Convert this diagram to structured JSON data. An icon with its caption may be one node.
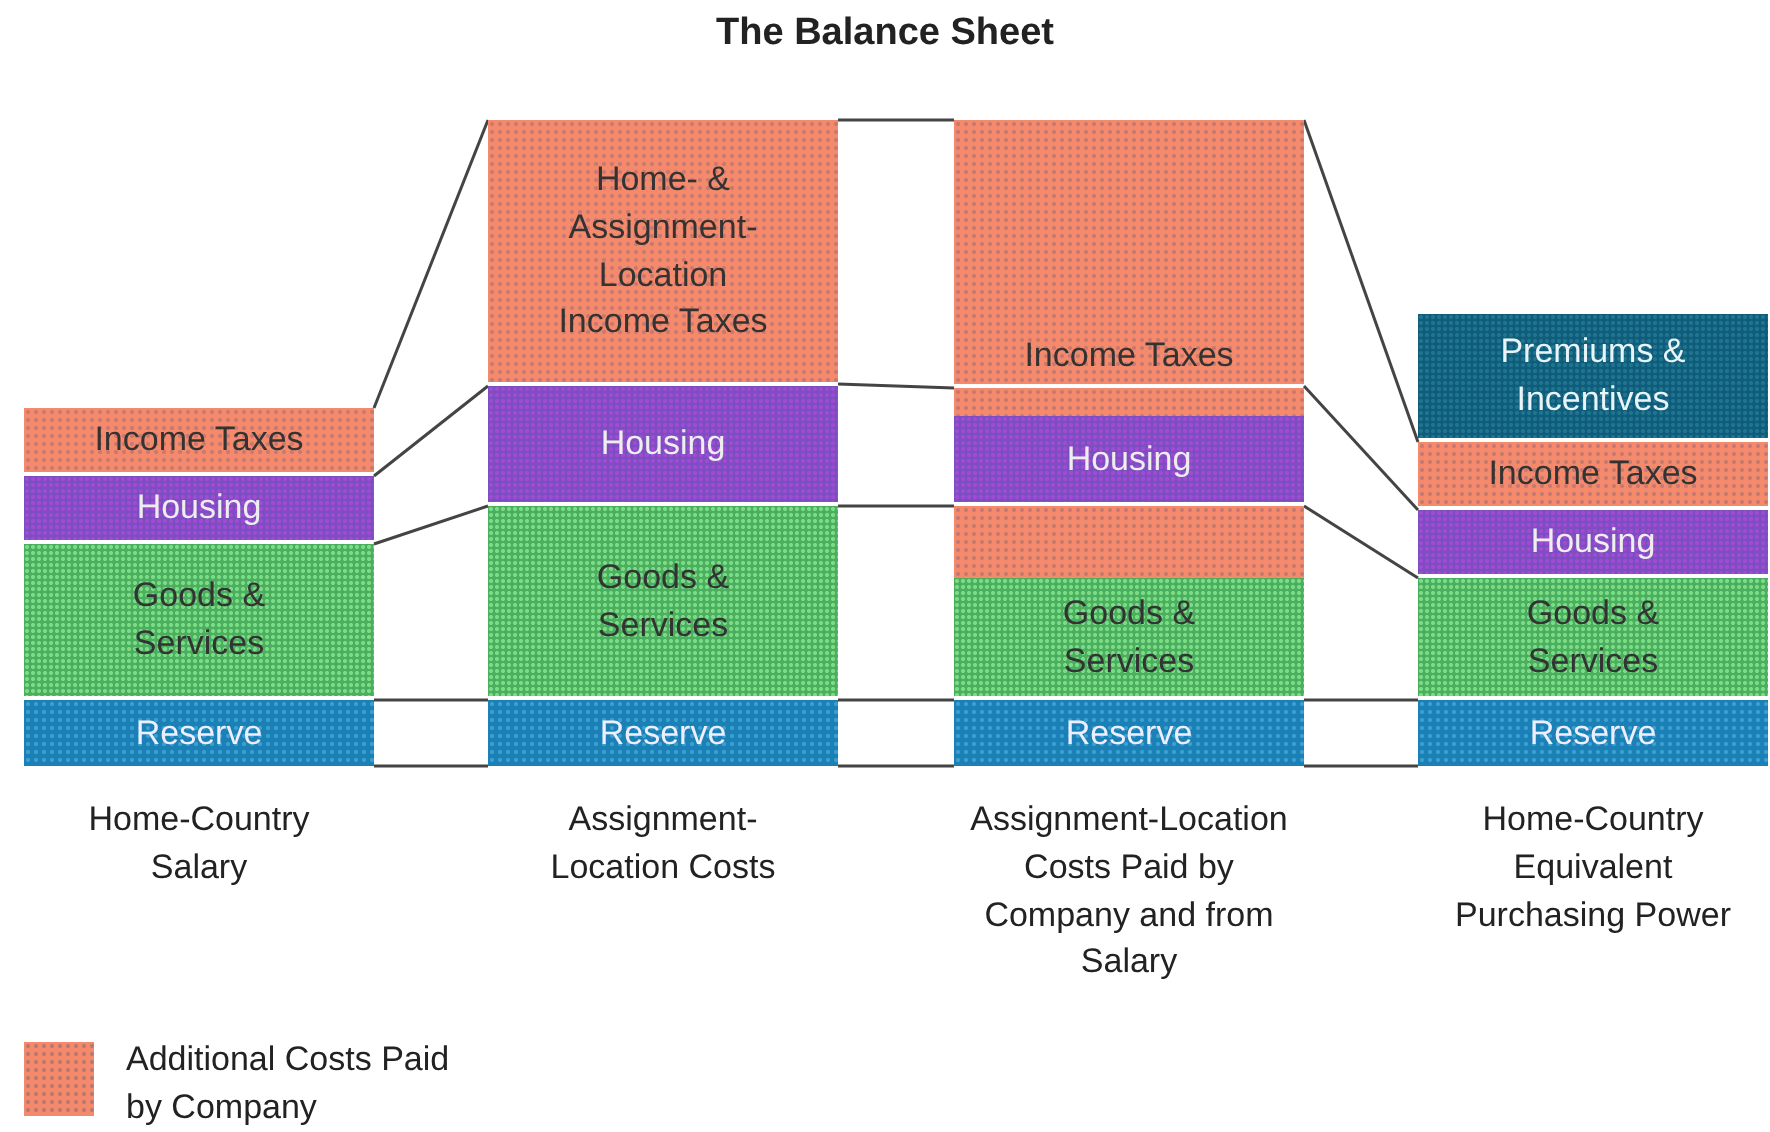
{
  "diagram": {
    "title": "The Balance Sheet",
    "nodes": [
      {
        "text": [
          "Income Taxes"
        ]
      },
      {
        "text": [
          "Housing"
        ]
      },
      {
        "text": [
          "Goods & Services"
        ]
      },
      {
        "text": [
          "Reserve"
        ]
      },
      {
        "text": [
          "Home- & Assignment-Location Income Taxes"
        ]
      },
      {
        "text": [
          "Housing"
        ]
      },
      {
        "text": [
          "Goods & Services"
        ]
      },
      {
        "text": [
          "Reserve"
        ]
      },
      {
        "text": [
          "Income Taxes"
        ]
      },
      {
        "text": [],
        "shape": "box"
      },
      {
        "text": [
          "Housing"
        ]
      },
      {
        "text": [],
        "shape": "box"
      },
      {
        "text": [
          "Goods & Services"
        ]
      },
      {
        "text": [
          "Reserve"
        ]
      },
      {
        "text": [
          "Premiums & Incentives"
        ]
      },
      {
        "text": [
          "Income Taxes"
        ]
      },
      {
        "text": [
          "Housing"
        ]
      },
      {
        "text": [
          "Goods & Services"
        ]
      },
      {
        "text": [
          "Reserve"
        ]
      }
    ],
    "edges": [
      {
        "from": 0,
        "to": 4,
        "arrow": "none"
      },
      {
        "from": 1,
        "to": 5,
        "arrow": "none"
      },
      {
        "from": 2,
        "to": 6,
        "arrow": "none"
      },
      {
        "from": 3,
        "to": 7,
        "arrow": "none"
      },
      {
        "from": 3,
        "to": 7,
        "arrow": "none"
      },
      {
        "from": 4,
        "to": 8,
        "arrow": "none"
      },
      {
        "from": 5,
        "to": 9,
        "arrow": "none"
      },
      {
        "from": 6,
        "to": 11,
        "arrow": "none"
      },
      {
        "from": 7,
        "to": 13,
        "arrow": "none"
      },
      {
        "from": 7,
        "to": 13,
        "arrow": "none"
      },
      {
        "from": 8,
        "to": 15,
        "arrow": "none"
      },
      {
        "from": 9,
        "to": 16,
        "arrow": "none"
      },
      {
        "from": 11,
        "to": 17,
        "arrow": "none"
      },
      {
        "from": 13,
        "to": 18,
        "arrow": "none"
      },
      {
        "from": 13,
        "to": 18,
        "arrow": "none"
      }
    ],
    "labels": [
      "Home-Country Salary",
      "Assignment-Location Costs",
      "Assignment-Location Costs Paid by Company and from Salary",
      "Home-Country Equivalent Purchasing Power"
    ],
    "legend": [
      {
        "text": "Additional Costs Paid by Company",
        "color": "#f4896b"
      }
    ]
  }
}
